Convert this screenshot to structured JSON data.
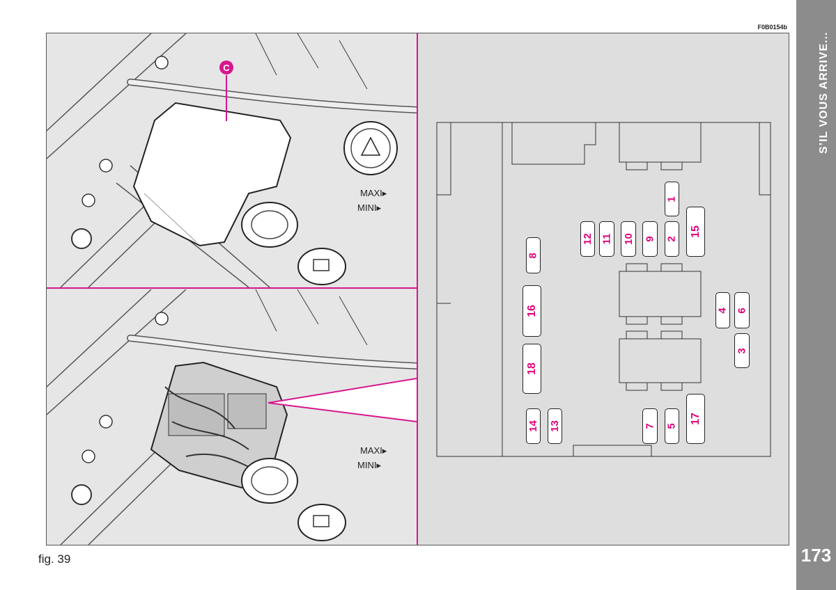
{
  "reference_code": "F0B0154b",
  "figure_caption": "fig. 39",
  "side_tab_title": "S’IL VOUS ARRIVE...",
  "page_number": "173",
  "top_photo": {
    "callout_label": "C",
    "reservoir_labels": [
      "MAXI▸",
      "MINI▸"
    ]
  },
  "bottom_photo": {
    "reservoir_labels": [
      "MAXI▸",
      "MINI▸"
    ]
  },
  "colors": {
    "accent": "#d6168e",
    "panel": "#dedede",
    "side_tab": "#8c8c8c"
  },
  "fuses": [
    {
      "id": "fuse-1",
      "label": "1"
    },
    {
      "id": "fuse-2",
      "label": "2"
    },
    {
      "id": "fuse-3",
      "label": "3"
    },
    {
      "id": "fuse-4",
      "label": "4"
    },
    {
      "id": "fuse-5",
      "label": "5"
    },
    {
      "id": "fuse-6",
      "label": "6"
    },
    {
      "id": "fuse-7",
      "label": "7"
    },
    {
      "id": "fuse-8",
      "label": "8"
    },
    {
      "id": "fuse-9",
      "label": "9"
    },
    {
      "id": "fuse-10",
      "label": "10"
    },
    {
      "id": "fuse-11",
      "label": "11"
    },
    {
      "id": "fuse-12",
      "label": "12"
    },
    {
      "id": "fuse-13",
      "label": "13"
    },
    {
      "id": "fuse-14",
      "label": "14"
    },
    {
      "id": "fuse-15",
      "label": "15"
    },
    {
      "id": "fuse-16",
      "label": "16"
    },
    {
      "id": "fuse-17",
      "label": "17"
    },
    {
      "id": "fuse-18",
      "label": "18"
    }
  ]
}
